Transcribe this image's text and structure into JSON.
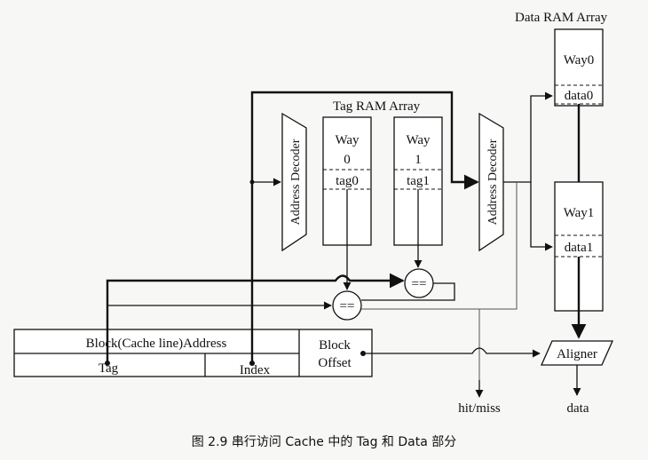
{
  "diagram": {
    "data_ram_title": "Data RAM Array",
    "tag_ram_title": "Tag RAM Array",
    "way0_label": "Way0",
    "way1_label": "Way1",
    "data0_label": "data0",
    "data1_label": "data1",
    "tag_way0_line1": "Way",
    "tag_way0_line2": "0",
    "tag_way1_line1": "Way",
    "tag_way1_line2": "1",
    "tag0_label": "tag0",
    "tag1_label": "tag1",
    "address_decoder_left": "Address Decoder",
    "address_decoder_right": "Address Decoder",
    "comparator_top": "==",
    "comparator_bottom": "==",
    "address_field": "Block(Cache line)Address",
    "tag_field": "Tag",
    "index_field": "Index",
    "block_offset_line1": "Block",
    "block_offset_line2": "Offset",
    "aligner_label": "Aligner",
    "hit_miss_label": "hit/miss",
    "data_output_label": "data",
    "caption": "图 2.9   串行访问 Cache 中的 Tag 和 Data 部分"
  }
}
